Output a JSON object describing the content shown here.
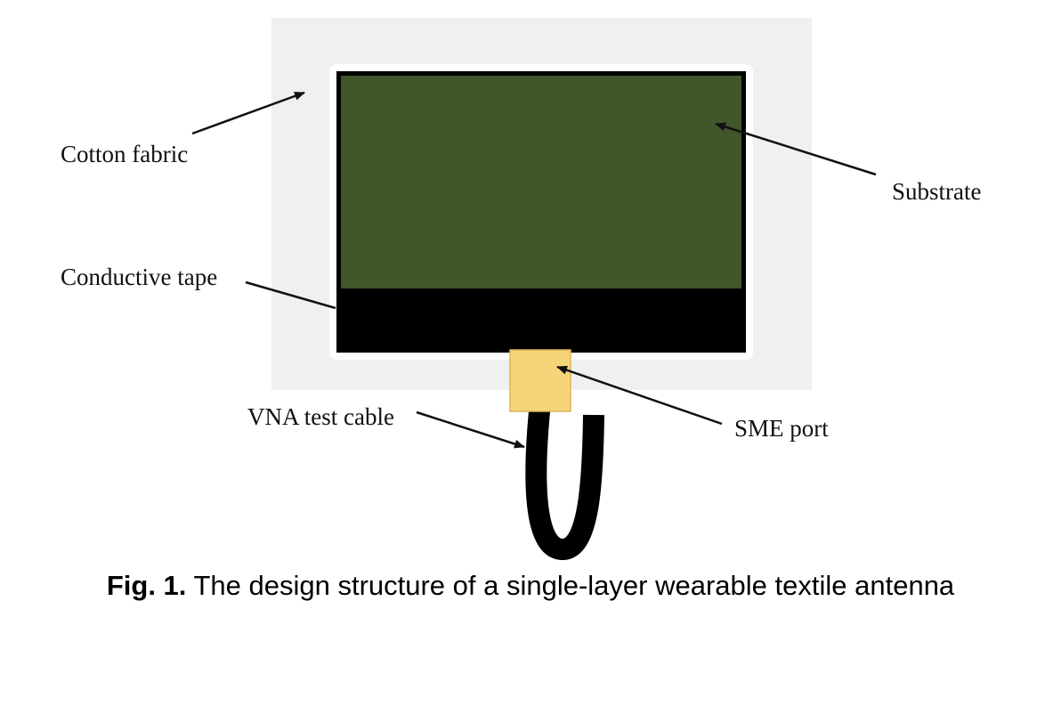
{
  "labels": {
    "cotton_fabric": "Cotton fabric",
    "substrate": "Substrate",
    "conductive_tape": "Conductive tape",
    "vna_test_cable": "VNA test cable",
    "sme_port": "SME port"
  },
  "caption": {
    "number": "Fig. 1.",
    "text": " The design structure of a single-layer wearable textile antenna"
  },
  "colors": {
    "cotton_fabric": "#f0f0f0",
    "substrate": "#42562c",
    "conductive_tape": "#000000",
    "sme_port": "#f6d57a",
    "cable": "#000000"
  }
}
